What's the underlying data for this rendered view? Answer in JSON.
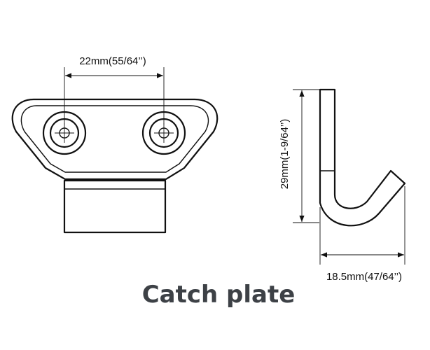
{
  "title": "Catch plate",
  "dimensions": {
    "hole_spacing": "22mm(55/64’’)",
    "hook_height": "29mm(1-9/64’’)",
    "hook_width": "18.5mm(47/64’’)"
  },
  "colors": {
    "line": "#111111",
    "title": "#3d4146"
  }
}
